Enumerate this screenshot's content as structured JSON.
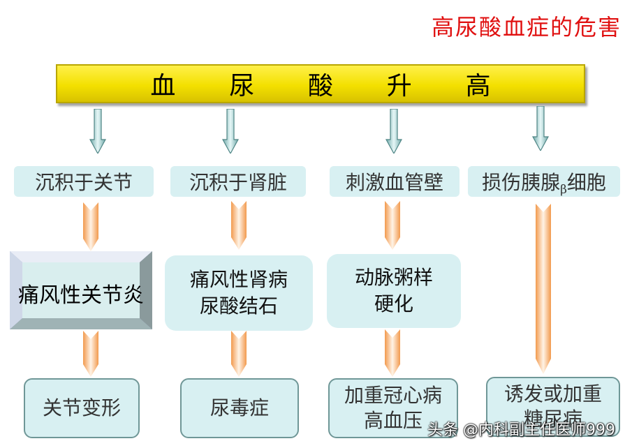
{
  "title": "高尿酸血症的危害",
  "banner": {
    "chars": [
      "血",
      "尿",
      "酸",
      "升",
      "高"
    ]
  },
  "columns": [
    {
      "cause": "沉积于关节",
      "effect_lines": [
        "痛风性关节炎"
      ],
      "outcome_lines": [
        "关节变形"
      ]
    },
    {
      "cause": "沉积于肾脏",
      "effect_lines": [
        "痛风性肾病",
        "尿酸结石"
      ],
      "outcome_lines": [
        "尿毒症"
      ]
    },
    {
      "cause": "刺激血管壁",
      "effect_lines": [
        "动脉粥样",
        "硬化"
      ],
      "outcome_lines": [
        "加重冠心病",
        "高血压"
      ]
    },
    {
      "cause_main": "损伤胰腺",
      "cause_sub": "β",
      "cause_tail": "细胞",
      "outcome_lines": [
        "诱发或加重",
        "糖尿病"
      ]
    }
  ],
  "watermark": "头条 @内科副主任医师999",
  "colors": {
    "banner_yellow": "#f3e000",
    "title_red": "#e01010",
    "box_cyan": "#d8f0f2",
    "arrow_orange": "#f7a45a"
  }
}
